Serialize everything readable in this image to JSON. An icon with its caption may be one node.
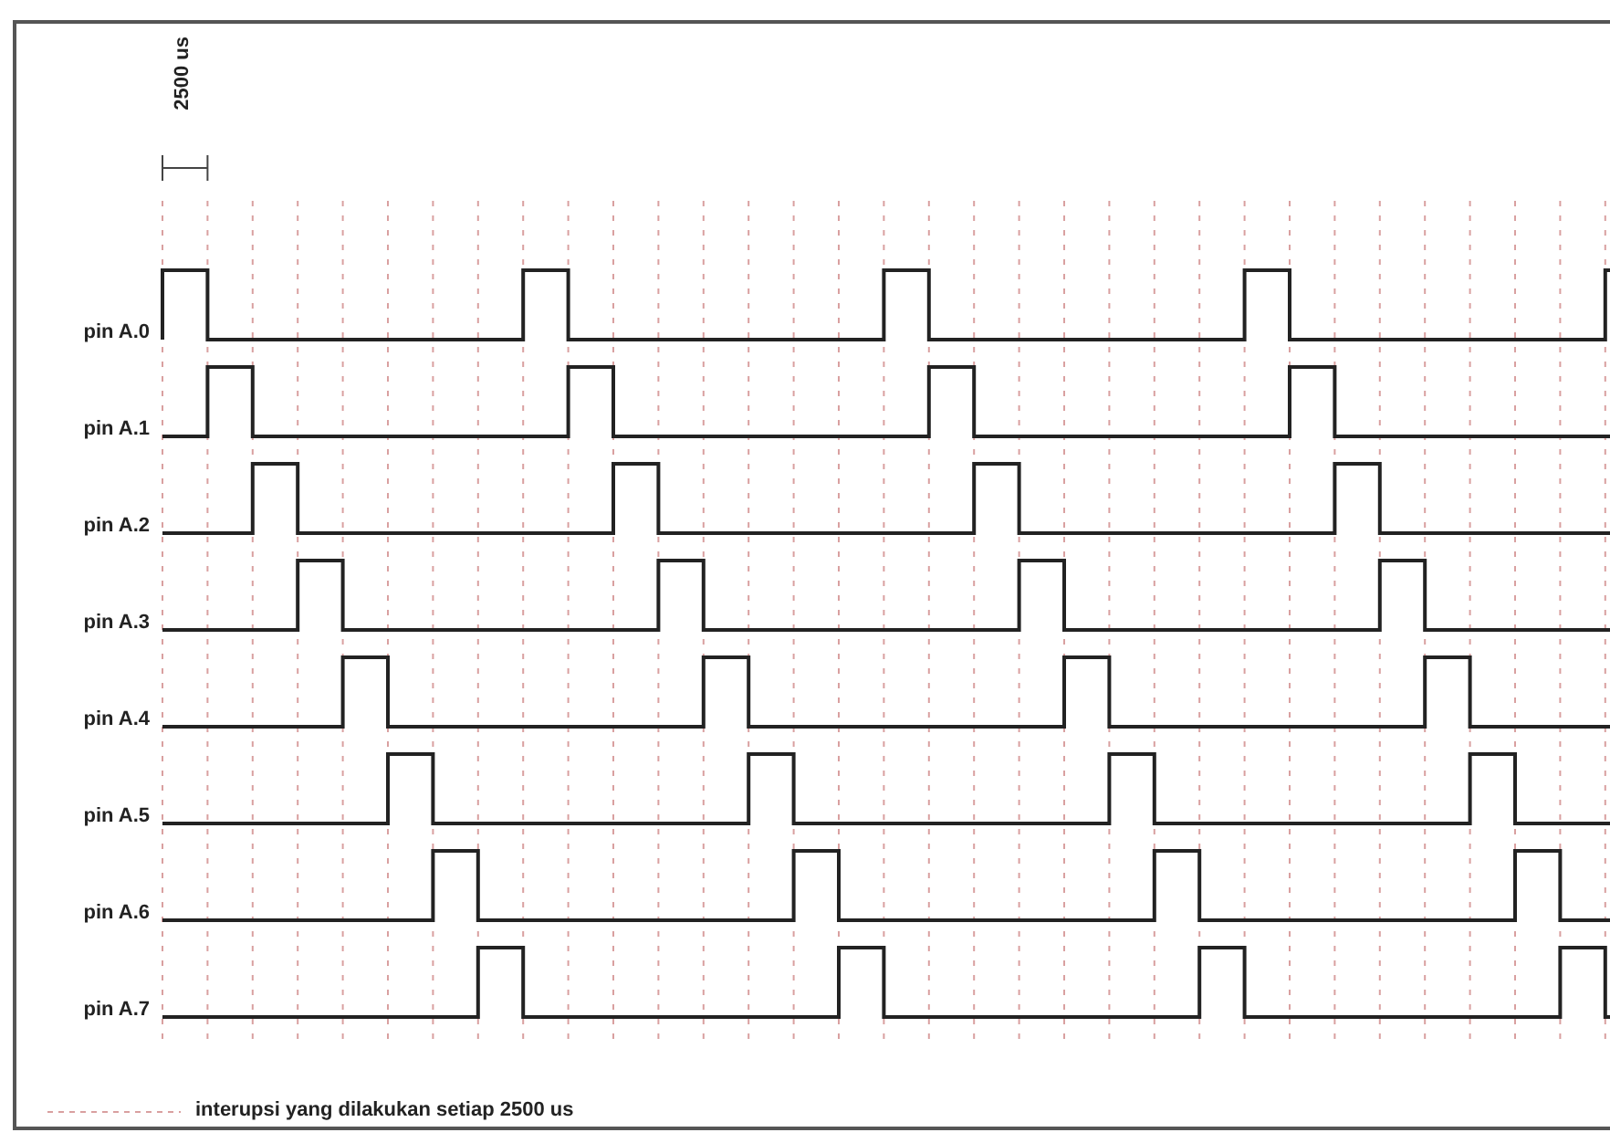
{
  "diagram": {
    "labels": [
      "2500 us",
      "pin A.0",
      "pin A.1",
      "pin A.2",
      "pin A.3",
      "pin A.4",
      "pin A.5",
      "pin A.6",
      "pin A.7"
    ],
    "legend": [
      {
        "text": "interupsi yang dilakukan setiap 2500 us"
      }
    ]
  }
}
